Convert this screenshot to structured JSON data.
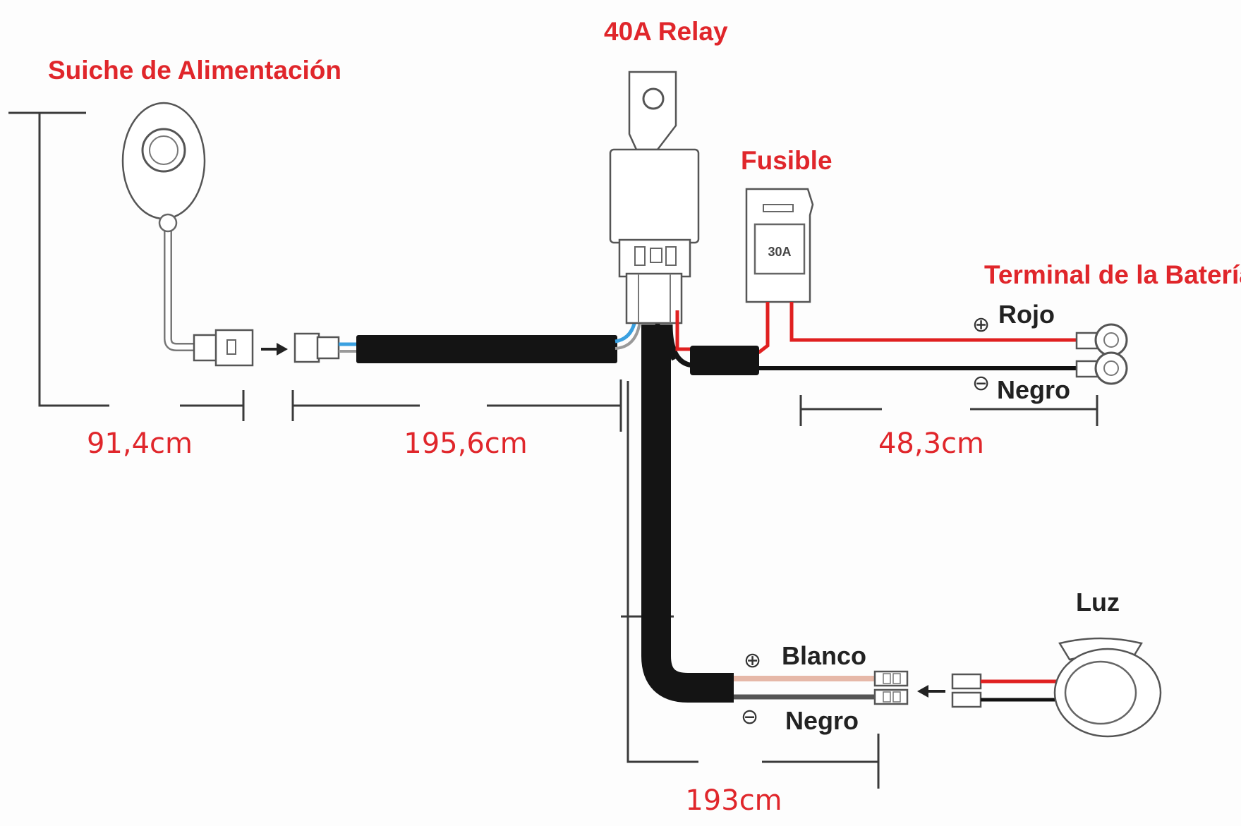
{
  "labels": {
    "switch": "Suiche de Alimentación",
    "relay": "40A Relay",
    "fuse": "Fusible",
    "battery_terminal": "Terminal de la Batería",
    "light": "Luz"
  },
  "fuse_rating": "30A",
  "wires": {
    "battery_positive": "Rojo",
    "battery_negative": "Negro",
    "light_positive": "Blanco",
    "light_negative": "Negro"
  },
  "polarity": {
    "positive": "⊕",
    "negative": "⊖"
  },
  "dimensions": {
    "switch_lead": "91,4cm",
    "main_harness": "195,6cm",
    "battery_lead": "48,3cm",
    "light_lead": "193cm"
  },
  "colors": {
    "label_red": "#e0262b",
    "wire_red": "#e02020",
    "wire_black": "#111111",
    "wire_blue": "#3aa0e0",
    "sheath": "#141414"
  }
}
